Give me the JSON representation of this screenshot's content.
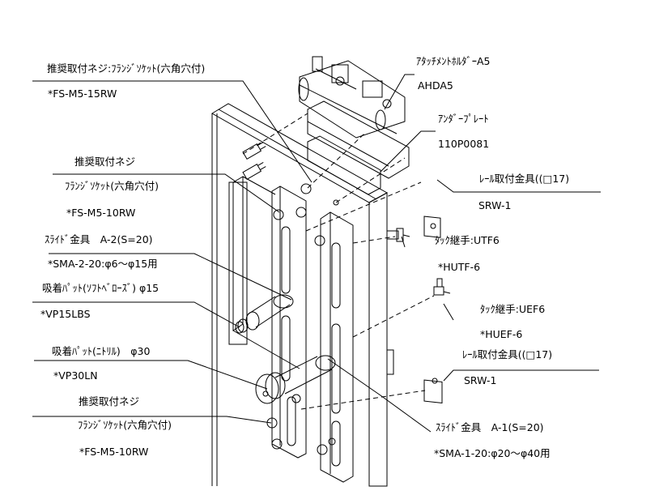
{
  "callouts": [
    {
      "label": "推奨取付ネジ:ﾌﾗﾝｼﾞｿｹｯﾄ(六角穴付)",
      "code": "*FS-M5-15RW"
    },
    {
      "label": "ｱﾀｯﾁﾒﾝﾄﾎﾙﾀﾞｰA5",
      "code": "AHDA5"
    },
    {
      "label": "ｱﾝﾀﾞｰﾌﾟﾚｰﾄ",
      "code": "110P0081"
    },
    {
      "label": "推奨取付ネジ",
      "label2": "ﾌﾗﾝｼﾞｿｹｯﾄ(六角穴付)",
      "code": "*FS-M5-10RW"
    },
    {
      "label": "ﾚｰﾙ取付金具((□17)",
      "code": "SRW-1"
    },
    {
      "label": "ｽﾗｲﾄﾞ金具　A-2(S=20)",
      "code": "*SMA-2-20:φ6～φ15用"
    },
    {
      "label": "ﾀｯｸ継手:UTF6",
      "code": "*HUTF-6"
    },
    {
      "label": "吸着ﾊﾟｯﾄ(ｿﾌﾄﾍﾞﾛｰｽﾞ) φ15",
      "code": "*VP15LBS"
    },
    {
      "label": "ﾀｯｸ継手:UEF6",
      "code": "*HUEF-6"
    },
    {
      "label": "吸着ﾊﾟｯﾄ(ﾆﾄﾘﾙ)　φ30",
      "code": "*VP30LN"
    },
    {
      "label": "ﾚｰﾙ取付金具((□17)",
      "code": "SRW-1"
    },
    {
      "label": "推奨取付ネジ",
      "label2": "ﾌﾗﾝｼﾞｿｹｯﾄ(六角穴付)",
      "code": "*FS-M5-10RW"
    },
    {
      "label": "ｽﾗｲﾄﾞ金具　A-1(S=20)",
      "code": "*SMA-1-20:φ20～φ40用"
    }
  ]
}
